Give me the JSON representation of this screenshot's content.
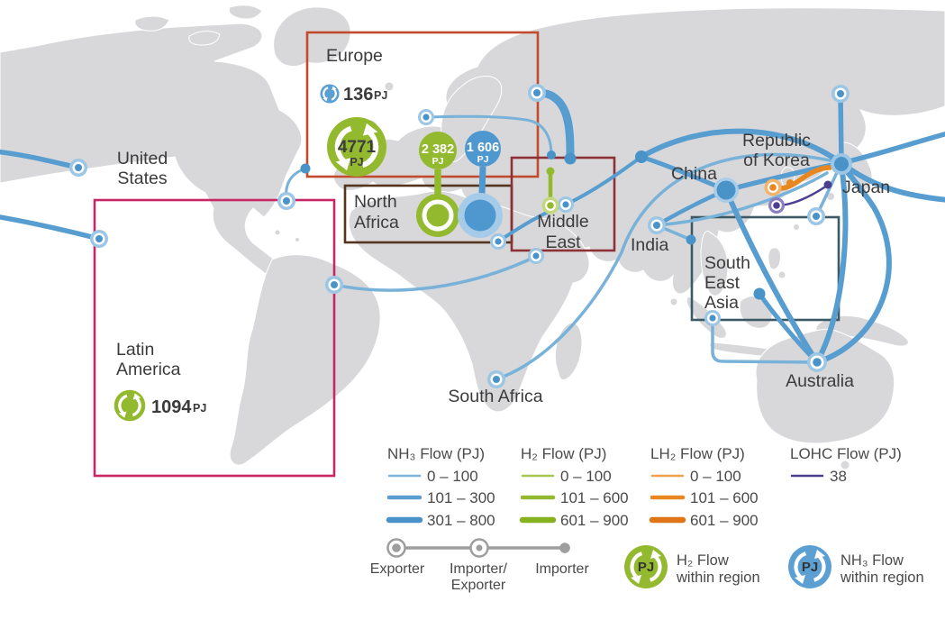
{
  "map": {
    "labels": {
      "united_states": [
        "United",
        "States"
      ],
      "latin_america": [
        "Latin",
        "America"
      ],
      "europe": "Europe",
      "north_africa": [
        "North",
        "Africa"
      ],
      "middle_east": [
        "Middle",
        "East"
      ],
      "south_africa": "South Africa",
      "india": "India",
      "china": "China",
      "republic_of_korea": [
        "Republic",
        "of Korea"
      ],
      "japan": "Japan",
      "australia": "Australia",
      "south_east_asia": [
        "South",
        "East",
        "Asia"
      ]
    },
    "values": {
      "unit": "PJ",
      "europe_nh3_within": "136",
      "europe_h2_within": "4771",
      "latin_america_h2_within": "1094",
      "north_africa_h2_export": "2 382",
      "north_africa_nh3_export": "1 606"
    },
    "regions": [
      {
        "name": "Europe",
        "box_color": "#c24b2e"
      },
      {
        "name": "Latin America",
        "box_color": "#c92667"
      },
      {
        "name": "North Africa",
        "box_color": "#54341d"
      },
      {
        "name": "Middle East",
        "box_color": "#8e3136"
      },
      {
        "name": "South East Asia",
        "box_color": "#3c5a66"
      }
    ],
    "flows": [
      {
        "type": "NH₃",
        "route": "Middle East → Europe"
      },
      {
        "type": "NH₃",
        "route": "Middle East → Europe"
      },
      {
        "type": "NH₃",
        "route": "Latin America → Europe"
      },
      {
        "type": "NH₃",
        "route": "Latin America → Middle East"
      },
      {
        "type": "NH₃",
        "route": "South Africa → Japan"
      },
      {
        "type": "NH₃",
        "route": "Russia → Japan"
      },
      {
        "type": "NH₃",
        "route": "Middle East → China"
      },
      {
        "type": "NH₃",
        "route": "Middle East → Japan"
      },
      {
        "type": "NH₃",
        "route": "India → China"
      },
      {
        "type": "NH₃",
        "route": "India → Japan"
      },
      {
        "type": "NH₃",
        "route": "Australia → China"
      },
      {
        "type": "NH₃",
        "route": "Australia → Japan"
      },
      {
        "type": "NH₃",
        "route": "Australia → Japan"
      },
      {
        "type": "NH₃",
        "route": "Australia → South East Asia"
      },
      {
        "type": "NH₃",
        "route": "South East Asia → Japan"
      },
      {
        "type": "NH₃",
        "route": "Asia-Pacific → United States"
      },
      {
        "type": "NH₃",
        "route": "Asia-Pacific → United States"
      },
      {
        "type": "H₂",
        "route": "within Middle East"
      },
      {
        "type": "LH₂",
        "route": "Republic of Korea → Japan"
      },
      {
        "type": "LOHC",
        "route": "Republic of Korea → Japan",
        "value": "38"
      }
    ]
  },
  "legend": {
    "flow_types": [
      {
        "name": "NH₃ Flow (PJ)",
        "color": "#579dd0",
        "rows": [
          "0 – 100",
          "101 – 300",
          "301 – 800"
        ]
      },
      {
        "name": "H₂ Flow (PJ)",
        "color": "#93ba2f",
        "rows": [
          "0 – 100",
          "101 – 600",
          "601 – 900"
        ]
      },
      {
        "name": "LH₂ Flow (PJ)",
        "color": "#e8871f",
        "rows": [
          "0 – 100",
          "101 – 600",
          "601 – 900"
        ]
      },
      {
        "name": "LOHC Flow (PJ)",
        "color": "#4c3f90",
        "rows": [
          "38"
        ]
      }
    ],
    "markers": {
      "exporter": "Exporter",
      "importer_exporter": [
        "Importer/",
        "Exporter"
      ],
      "importer": "Importer"
    },
    "within_region": [
      {
        "symbol": "PJ",
        "color": "#93ba2f",
        "label": [
          "H₂ Flow",
          "within region"
        ]
      },
      {
        "symbol": "PJ",
        "color": "#5b9fd3",
        "label": [
          "NH₃ Flow",
          "within region"
        ]
      }
    ]
  },
  "colors": {
    "nh3": "#579dd0",
    "h2": "#93ba2f",
    "lh2": "#e8871f",
    "lohc": "#4c3f90",
    "land": "#d8d8da"
  }
}
